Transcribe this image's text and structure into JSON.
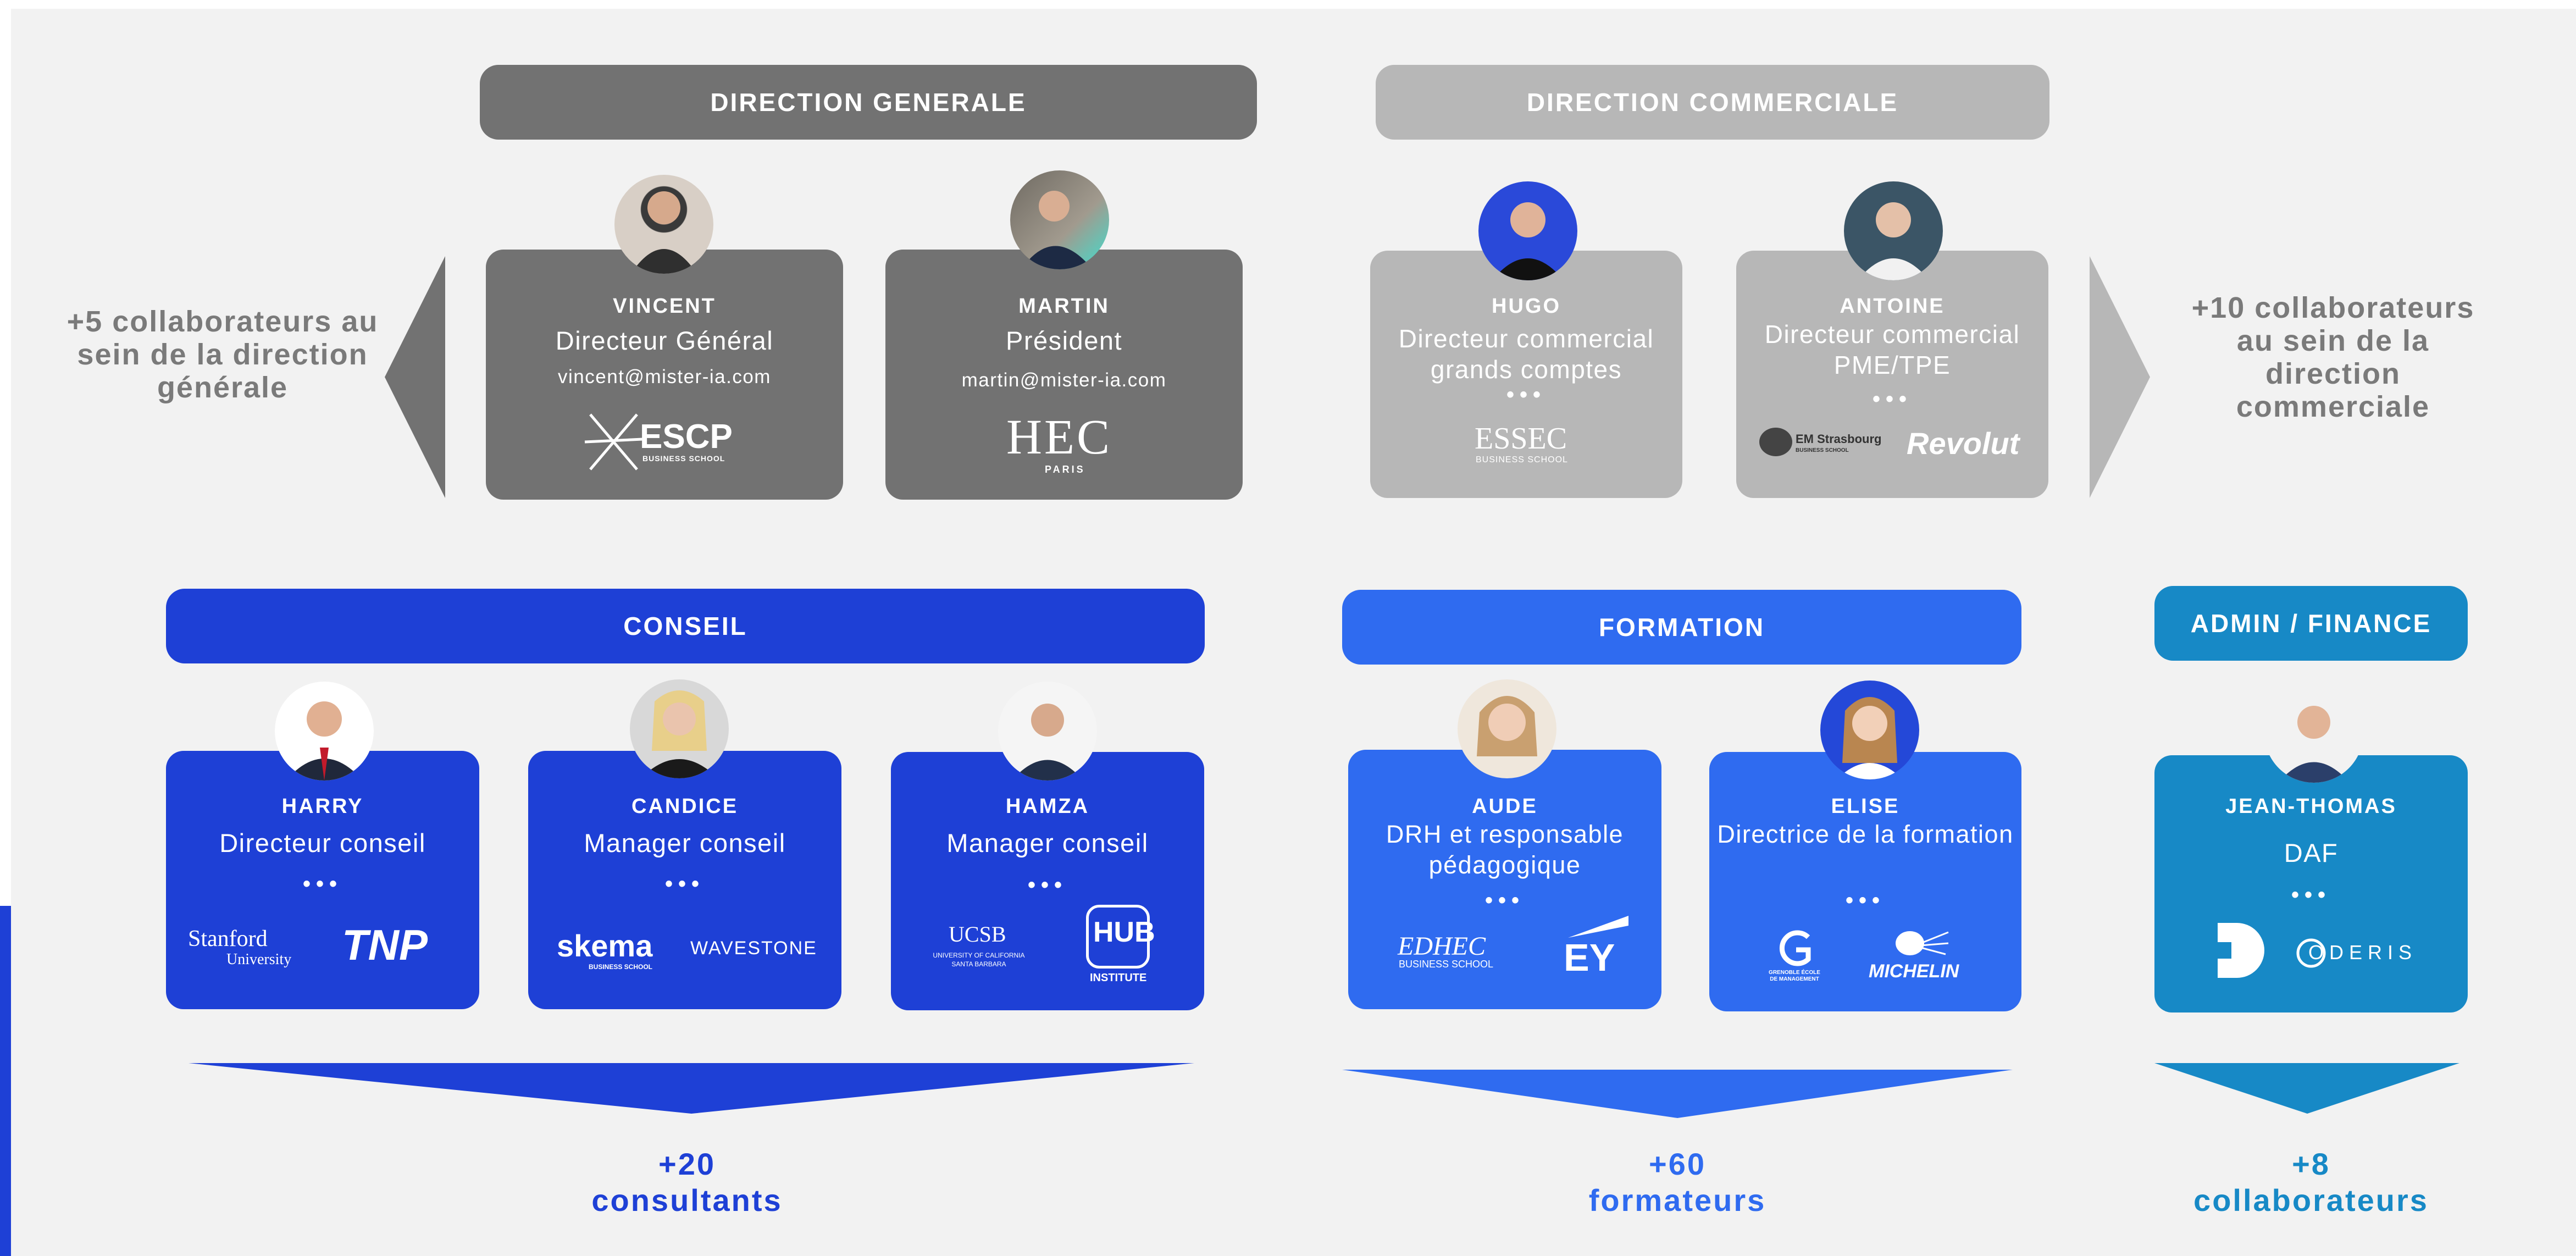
{
  "colors": {
    "direction_generale": "#727272",
    "direction_commerciale": "#b7b7b7",
    "conseil": "#1e40d6",
    "formation": "#2f6bf0",
    "admin_finance": "#1789c6",
    "side_text": "#7a7a7a"
  },
  "headers": {
    "direction_generale": "DIRECTION GENERALE",
    "direction_commerciale": "DIRECTION COMMERCIALE",
    "conseil": "CONSEIL",
    "formation": "FORMATION",
    "admin_finance": "ADMIN / FINANCE"
  },
  "people": {
    "vincent": {
      "name": "VINCENT",
      "role": "Directeur Général",
      "email": "vincent@mister-ia.com",
      "logos": [
        "ESCP",
        "BUSINESS SCHOOL"
      ]
    },
    "martin": {
      "name": "MARTIN",
      "role": "Président",
      "email": "martin@mister-ia.com",
      "logos": [
        "HEC",
        "PARIS"
      ]
    },
    "hugo": {
      "name": "HUGO",
      "role": "Directeur commercial grands comptes",
      "dots": "•••",
      "logos": [
        "ESSEC",
        "BUSINESS SCHOOL"
      ]
    },
    "antoine": {
      "name": "ANTOINE",
      "role": "Directeur commercial PME/TPE",
      "dots": "•••",
      "logos": [
        "EM Strasbourg",
        "BUSINESS SCHOOL",
        "Revolut"
      ]
    },
    "harry": {
      "name": "HARRY",
      "role": "Directeur conseil",
      "dots": "•••",
      "logos": [
        "Stanford",
        "University",
        "TNP"
      ]
    },
    "candice": {
      "name": "CANDICE",
      "role": "Manager conseil",
      "dots": "•••",
      "logos": [
        "skema",
        "BUSINESS SCHOOL",
        "WAVESTONE"
      ]
    },
    "hamza": {
      "name": "HAMZA",
      "role": "Manager conseil",
      "dots": "•••",
      "logos": [
        "UCSB",
        "UNIVERSITY OF CALIFORNIA SANTA BARBARA",
        "HUB",
        "INSTITUTE"
      ]
    },
    "aude": {
      "name": "AUDE",
      "role": "DRH et responsable pédagogique",
      "dots": "•••",
      "logos": [
        "EDHEC",
        "BUSINESS SCHOOL",
        "EY"
      ]
    },
    "elise": {
      "name": "ELISE",
      "role": "Directrice de la formation",
      "dots": "•••",
      "logos": [
        "GRENOBLE ÉCOLE DE MANAGEMENT",
        "MICHELIN"
      ]
    },
    "jean_thomas": {
      "name": "JEAN-THOMAS",
      "role": "DAF",
      "dots": "•••",
      "logos": [
        "ODERIS"
      ]
    }
  },
  "side_notes": {
    "left": "+5 collaborateurs au sein de la direction générale",
    "right": "+10 collaborateurs au sein de la direction commerciale"
  },
  "totals": {
    "conseil_count": "+20",
    "conseil_label": "consultants",
    "formation_count": "+60",
    "formation_label": "formateurs",
    "admin_count": "+8",
    "admin_label": "collaborateurs"
  }
}
